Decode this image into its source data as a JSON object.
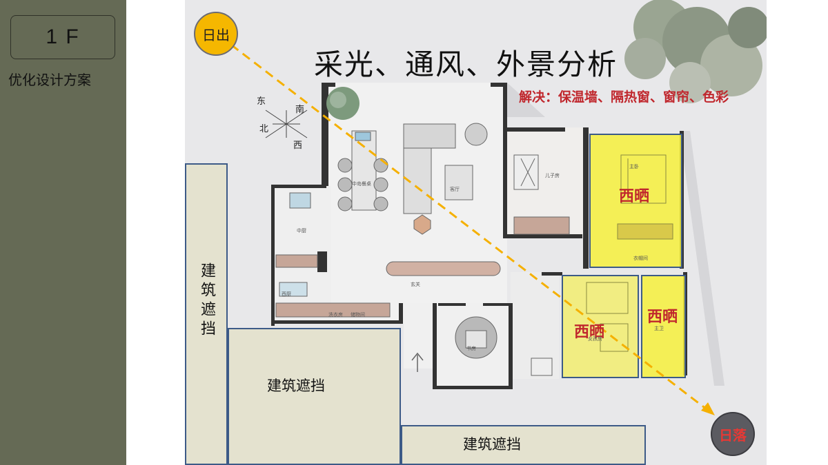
{
  "sidebar": {
    "floor_label": "1 F",
    "subtitle": "优化设计方案"
  },
  "diagram": {
    "title": "采光、通风、外景分析",
    "solution_note": "解决：保温墙、隔热窗、窗帘、色彩",
    "sunrise_label": "日出",
    "sunset_label": "日落",
    "west_sun_labels": [
      "西晒",
      "西晒",
      "西晒"
    ],
    "building_block_labels": [
      "建筑遮挡",
      "建筑遮挡",
      "建筑遮挡"
    ],
    "compass": {
      "east": "东",
      "south": "南",
      "north": "北",
      "west": "西"
    },
    "room_tags": {
      "dining": "中岛餐桌",
      "living": "客厅",
      "kids": "儿子房",
      "master": "主卧",
      "master_closet": "衣帽间",
      "kitchen": "中厨",
      "pantry": "西厨",
      "hall": "玄关",
      "daughter": "女孩房",
      "study": "书房",
      "bath": "主卫",
      "storage": "储物间",
      "laundry": "洗衣房"
    },
    "colors": {
      "sidebar": "#656a55",
      "sun": "#f5b700",
      "west_sun_highlight": "#f6f03c",
      "path_arrow": "#f5b000",
      "accent_red": "#c0272d",
      "block_fill": "#e4e2cf",
      "block_border": "#3c5a87"
    }
  }
}
